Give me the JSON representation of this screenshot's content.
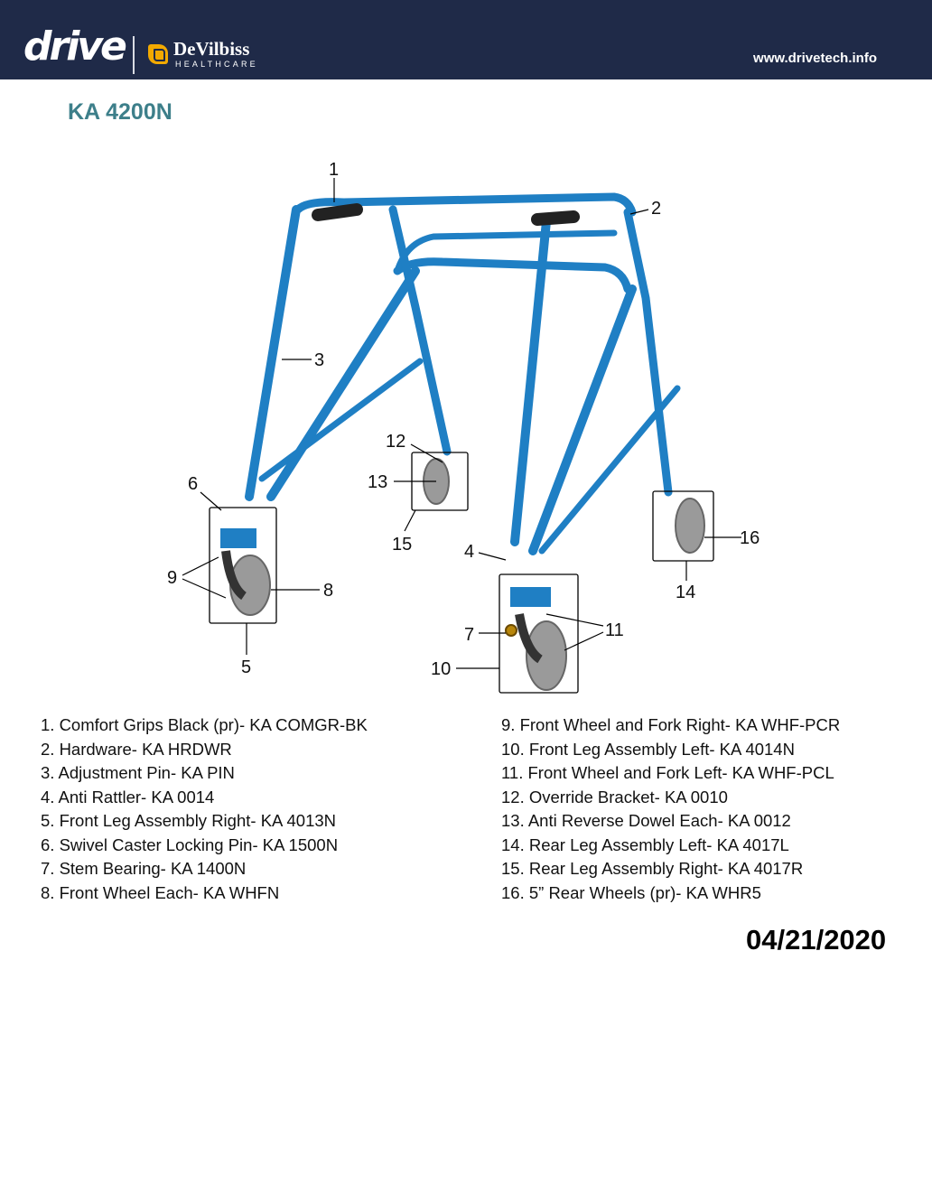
{
  "header": {
    "brand": "drive",
    "partner": "DeVilbiss",
    "partner_sub": "HEALTHCARE",
    "url": "www.drivetech.info"
  },
  "title": "KA 4200N",
  "callouts": {
    "c1": "1",
    "c2": "2",
    "c3": "3",
    "c4": "4",
    "c5": "5",
    "c6": "6",
    "c7": "7",
    "c8": "8",
    "c9": "9",
    "c10": "10",
    "c11": "11",
    "c12": "12",
    "c13": "13",
    "c14": "14",
    "c15": "15",
    "c16": "16"
  },
  "parts_left": [
    "1. Comfort Grips Black (pr)- KA COMGR-BK",
    "2. Hardware- KA HRDWR",
    "3. Adjustment Pin- KA PIN",
    "4. Anti Rattler- KA 0014",
    "5. Front Leg Assembly Right- KA 4013N",
    "6. Swivel Caster Locking Pin- KA 1500N",
    "7. Stem Bearing- KA 1400N",
    "8. Front Wheel Each- KA WHFN"
  ],
  "parts_right": [
    "9. Front Wheel and Fork Right- KA WHF-PCR",
    "10. Front Leg Assembly Left- KA 4014N",
    "11. Front Wheel and Fork Left- KA WHF-PCL",
    "12. Override Bracket- KA 0010",
    "13. Anti Reverse Dowel Each- KA 0012",
    "14. Rear Leg Assembly Left- KA 4017L",
    "15. Rear Leg Assembly Right- KA 4017R",
    "16. 5” Rear Wheels (pr)- KA WHR5"
  ],
  "date": "04/21/2020",
  "colors": {
    "header_bg": "#1f2a48",
    "title": "#3d7f8a",
    "frame_blue": "#1f7fc4",
    "accent": "#f2a900"
  }
}
